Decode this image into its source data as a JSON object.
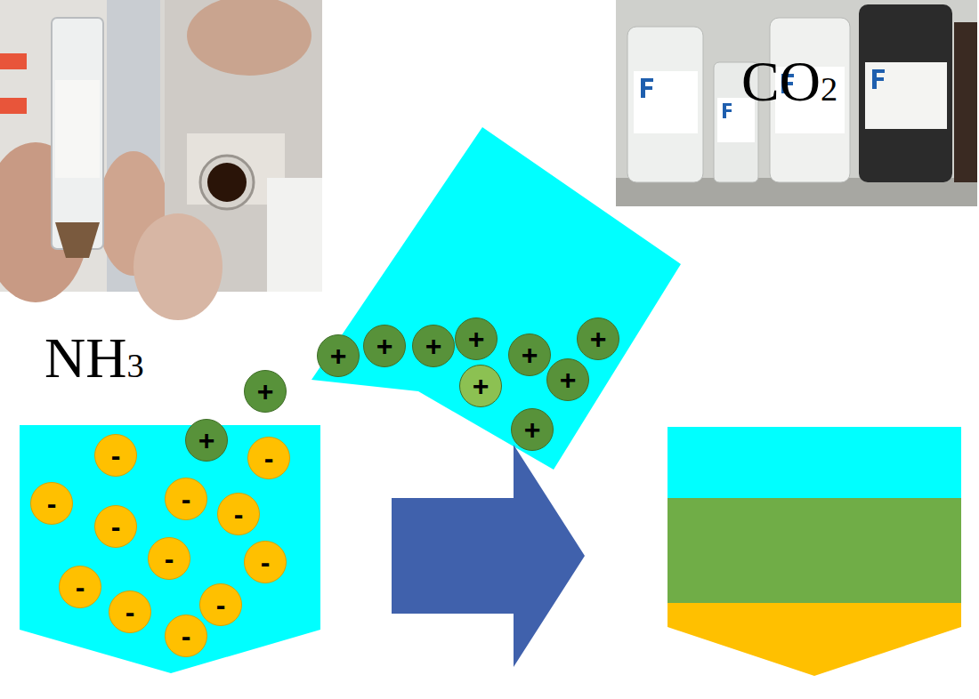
{
  "diagram": {
    "nodes": [
      {
        "text": [
          "+"
        ]
      },
      {
        "text": [
          "+"
        ]
      },
      {
        "text": [
          "+"
        ]
      },
      {
        "text": [
          "+"
        ]
      },
      {
        "text": [
          "+"
        ]
      },
      {
        "text": [
          "+"
        ]
      },
      {
        "text": [
          "+"
        ]
      },
      {
        "text": [
          "+"
        ]
      },
      {
        "text": [
          "+"
        ]
      },
      {
        "text": [
          "+"
        ]
      },
      {
        "text": [
          "+"
        ]
      },
      {
        "text": [
          "-"
        ]
      },
      {
        "text": [
          "-"
        ]
      },
      {
        "text": [
          "-"
        ]
      },
      {
        "text": [
          "-"
        ]
      },
      {
        "text": [
          "-"
        ]
      },
      {
        "text": [
          "-"
        ]
      },
      {
        "text": [
          "-"
        ]
      },
      {
        "text": [
          "-"
        ]
      },
      {
        "text": [
          "-"
        ]
      },
      {
        "text": [
          "-"
        ]
      },
      {
        "text": [
          "-"
        ]
      },
      {
        "text": [
          "-"
        ]
      }
    ],
    "labels": [
      "NH3",
      "CO2"
    ]
  }
}
